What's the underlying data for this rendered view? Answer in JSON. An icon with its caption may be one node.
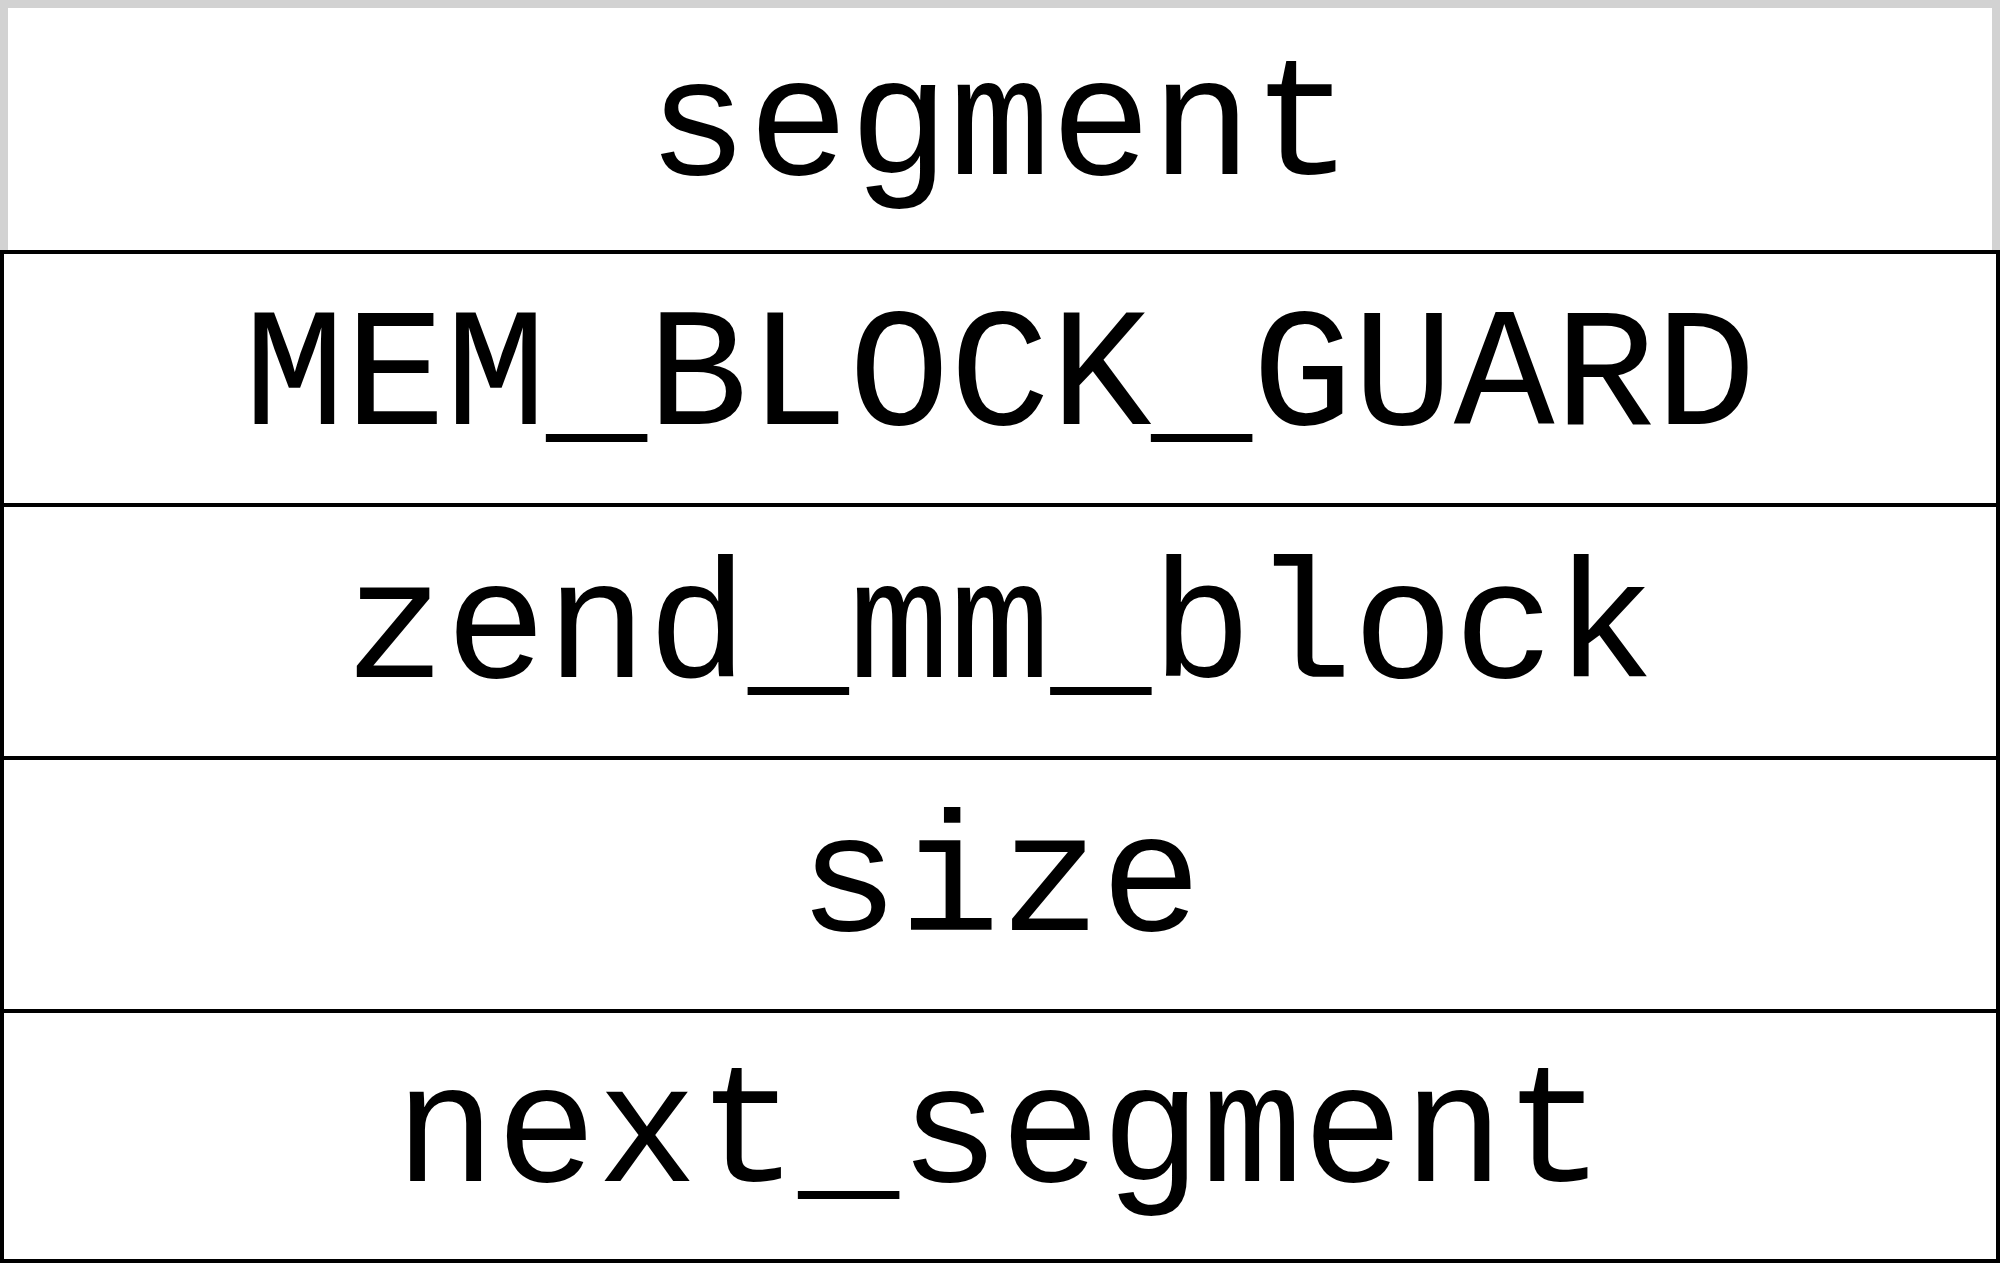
{
  "diagram": {
    "nodes": [
      {
        "text": [
          "segment"
        ]
      },
      {
        "text": [
          "MEM_BLOCK_GUARD"
        ]
      },
      {
        "text": [
          "zend_mm_block"
        ]
      },
      {
        "text": [
          "size"
        ]
      },
      {
        "text": [
          "next_segment"
        ]
      }
    ]
  }
}
